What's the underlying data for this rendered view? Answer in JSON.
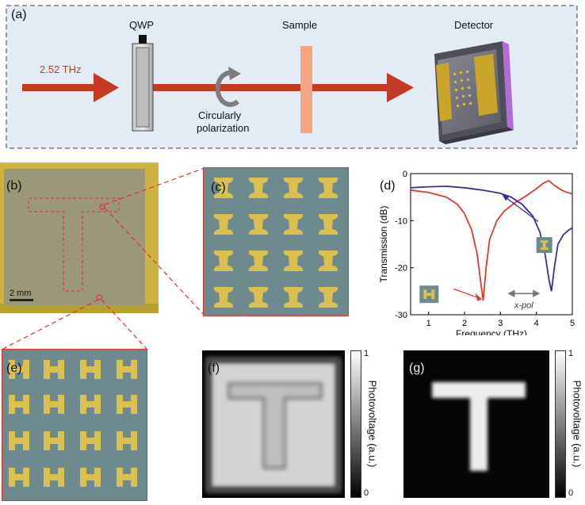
{
  "panel_a": {
    "label": "(a)",
    "frequency": "2.52 THz",
    "qwp": "QWP",
    "sample": "Sample",
    "detector": "Detector",
    "polarization_line1": "Circularly",
    "polarization_line2": "polarization"
  },
  "panel_b": {
    "label": "(b)",
    "scale_bar": "2 mm"
  },
  "panel_c": {
    "label": "(c)"
  },
  "panel_e": {
    "label": "(e)"
  },
  "panel_f": {
    "label": "(f)",
    "colorbar_title": "Photovoltage (a.u.)",
    "colorbar_max": "1",
    "colorbar_min": "0"
  },
  "panel_g": {
    "label": "(g)",
    "colorbar_title": "Photovoltage (a.u.)",
    "colorbar_max": "1",
    "colorbar_min": "0"
  },
  "chart_data": {
    "type": "line",
    "label": "(d)",
    "xlabel": "Frequency (THz)",
    "ylabel": "Transmission (dB)",
    "xlim": [
      0.5,
      5
    ],
    "ylim": [
      -30,
      0
    ],
    "xticks": [
      1,
      2,
      3,
      4,
      5
    ],
    "yticks": [
      0,
      -10,
      -20,
      -30
    ],
    "annotation": "x-pol",
    "series": [
      {
        "color": "#e03a2f",
        "x": [
          0.5,
          1.0,
          1.5,
          1.8,
          2.0,
          2.2,
          2.35,
          2.45,
          2.52,
          2.6,
          2.7,
          2.9,
          3.1,
          3.4,
          3.7,
          4.0,
          4.2,
          4.35,
          4.5,
          4.7,
          4.85,
          5.0
        ],
        "y": [
          -3.5,
          -4.0,
          -5.0,
          -6.5,
          -8.5,
          -12.0,
          -17.0,
          -23.0,
          -27.0,
          -20.0,
          -14.0,
          -10.0,
          -8.0,
          -6.2,
          -4.8,
          -3.2,
          -2.0,
          -1.5,
          -2.5,
          -3.5,
          -4.0,
          -4.3
        ]
      },
      {
        "color": "#3a2f9e",
        "x": [
          0.5,
          1.0,
          1.5,
          2.0,
          2.5,
          3.0,
          3.3,
          3.6,
          3.9,
          4.1,
          4.25,
          4.35,
          4.42,
          4.5,
          4.6,
          4.75,
          4.9,
          5.0
        ],
        "y": [
          -3.0,
          -2.8,
          -2.7,
          -3.0,
          -3.5,
          -4.2,
          -5.0,
          -6.5,
          -9.0,
          -12.5,
          -17.5,
          -22.5,
          -25.0,
          -20.0,
          -15.0,
          -13.0,
          -12.0,
          -11.5
        ]
      }
    ]
  }
}
